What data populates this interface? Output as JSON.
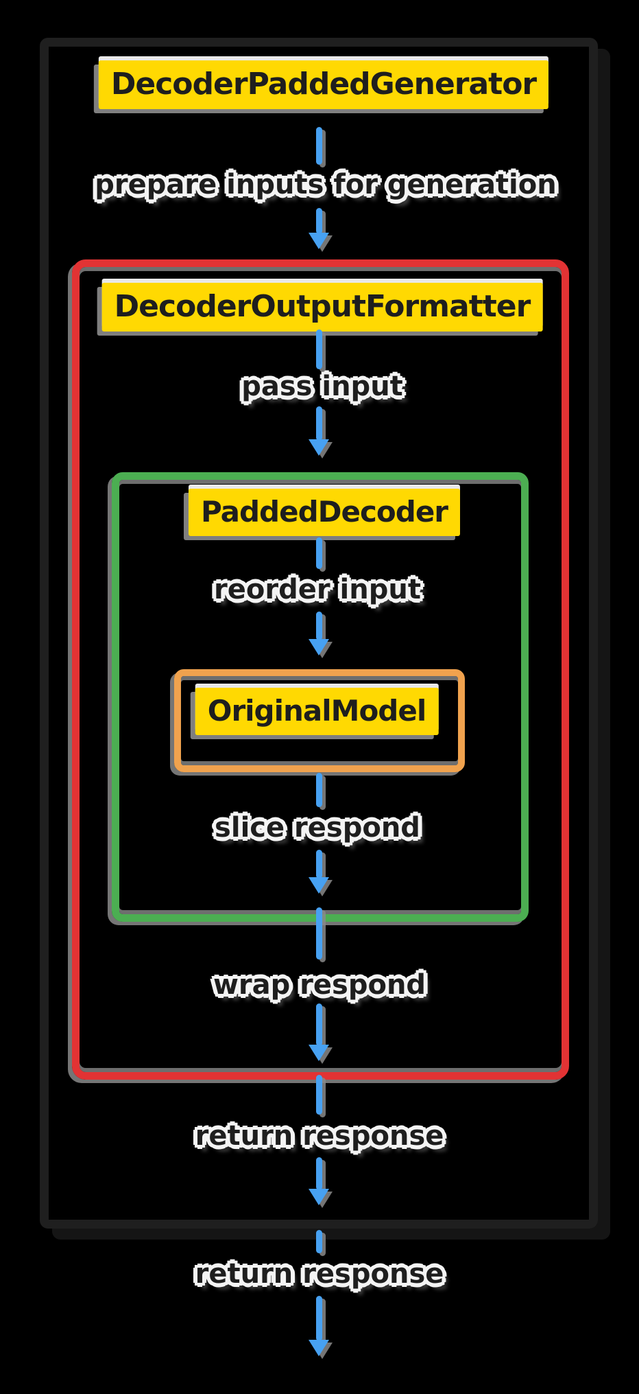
{
  "colors": {
    "background": "#000000",
    "outer_border": "#1f1f1f",
    "red": "#e23334",
    "green": "#4cae52",
    "orange": "#f0a24e",
    "yellow": "#ffd902",
    "blue": "#47a1f2",
    "ink": "#1e1e1e",
    "halo": "#f4f4f4",
    "sketch_shadow": "#8a8a8a"
  },
  "diagram": {
    "nodes": {
      "generator": {
        "label": "DecoderPaddedGenerator"
      },
      "formatter": {
        "label": "DecoderOutputFormatter"
      },
      "padded_decoder": {
        "label": "PaddedDecoder"
      },
      "original_model": {
        "label": "OriginalModel"
      }
    },
    "steps": {
      "prepare": {
        "label": "prepare inputs for generation"
      },
      "pass": {
        "label": "pass input"
      },
      "reorder": {
        "label": "reorder input"
      },
      "slice": {
        "label": "slice respond"
      },
      "wrap": {
        "label": "wrap respond"
      },
      "return_inner": {
        "label": "return response"
      },
      "return_outer": {
        "label": "return response"
      }
    }
  }
}
